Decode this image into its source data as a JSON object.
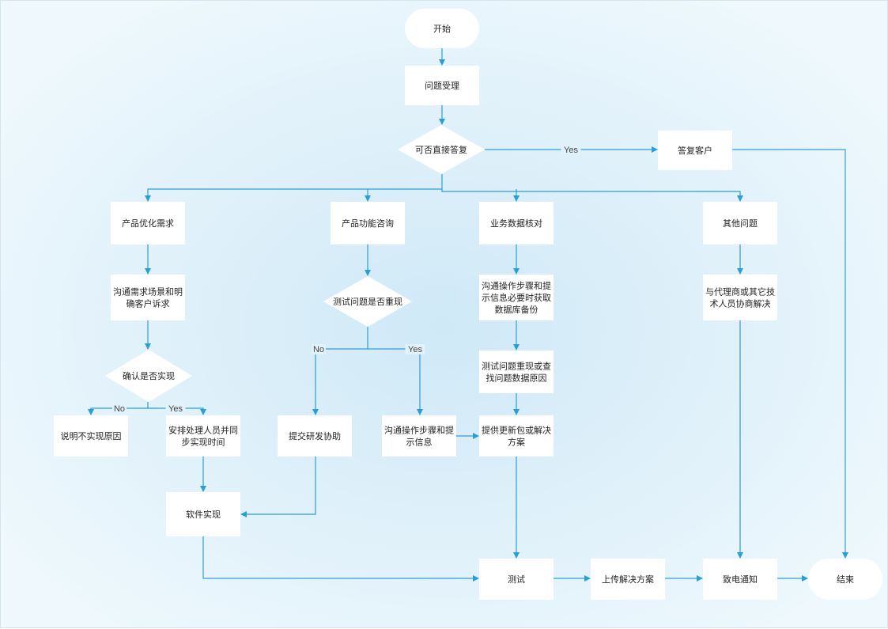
{
  "nodes": {
    "start": {
      "label": "开始",
      "shape": "terminal"
    },
    "accept": {
      "label": "问题受理",
      "shape": "process"
    },
    "can_answer": {
      "label": "可否直接答复",
      "shape": "decision"
    },
    "answer_customer": {
      "label": "答复客户",
      "shape": "process"
    },
    "product_opt": {
      "label": "产品优化需求",
      "shape": "process"
    },
    "product_func": {
      "label": "产品功能咨询",
      "shape": "process"
    },
    "data_check": {
      "label": "业务数据核对",
      "shape": "process"
    },
    "other": {
      "label": "其他问题",
      "shape": "process"
    },
    "comm_scene": {
      "label": [
        "沟通需求场景和明",
        "确客户诉求"
      ],
      "shape": "process"
    },
    "test_repro": {
      "label": "测试问题是否重现",
      "shape": "decision"
    },
    "comm_steps_db": {
      "label": [
        "沟通操作步骤和提",
        "示信息必要时获取",
        "数据库备份"
      ],
      "shape": "process"
    },
    "coop_agent": {
      "label": [
        "与代理商或其它技",
        "术人员协商解决"
      ],
      "shape": "process"
    },
    "confirm_impl": {
      "label": "确认是否实现",
      "shape": "decision"
    },
    "test_find": {
      "label": [
        "测试问题重现或查",
        "找问题数据原因"
      ],
      "shape": "process"
    },
    "explain": {
      "label": "说明不实现原因",
      "shape": "process"
    },
    "arrange": {
      "label": [
        "安排处理人员并同",
        "步实现时间"
      ],
      "shape": "process"
    },
    "submit_rd": {
      "label": "提交研发协助",
      "shape": "process"
    },
    "comm_steps": {
      "label": [
        "沟通操作步骤和提",
        "示信息"
      ],
      "shape": "process"
    },
    "provide_pkg": {
      "label": [
        "提供更新包或解决",
        "方案"
      ],
      "shape": "process"
    },
    "software_impl": {
      "label": "软件实现",
      "shape": "process"
    },
    "test": {
      "label": "测试",
      "shape": "process"
    },
    "upload": {
      "label": "上传解决方案",
      "shape": "process"
    },
    "notify": {
      "label": "致电通知",
      "shape": "process"
    },
    "end": {
      "label": "结束",
      "shape": "terminal"
    }
  },
  "edge_labels": {
    "yes": "Yes",
    "no": "No"
  },
  "colors": {
    "edge": "#2a9fd6",
    "node_fill": "#ffffff",
    "text": "#222222"
  }
}
